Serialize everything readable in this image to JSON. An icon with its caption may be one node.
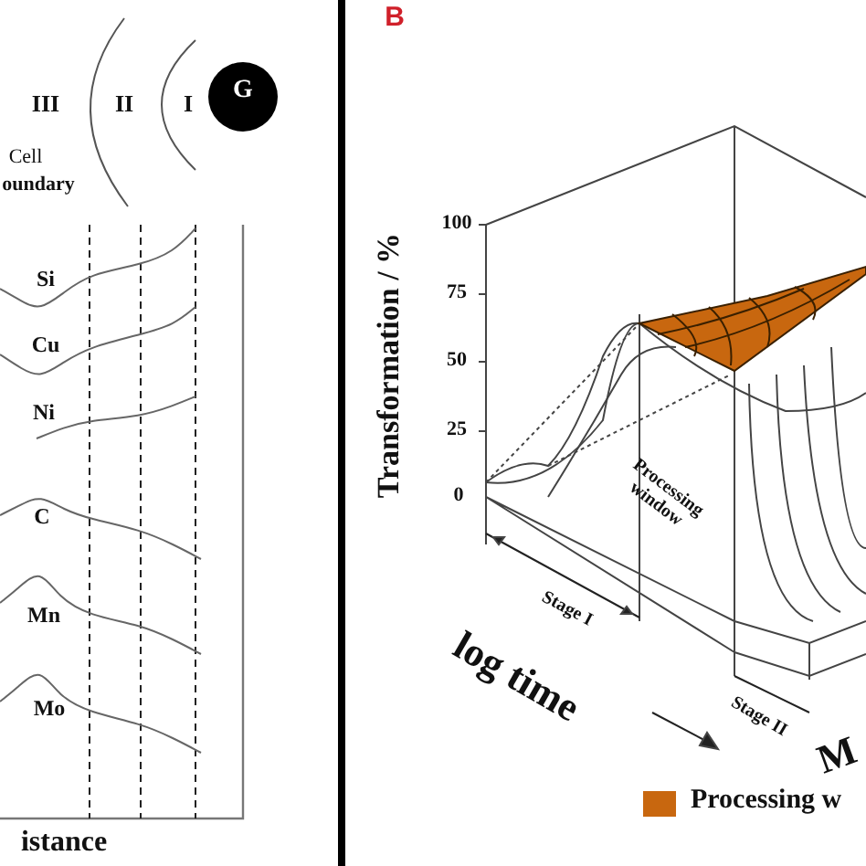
{
  "diagram": {
    "nodes": [
      {
        "text": [
          "G"
        ]
      }
    ],
    "labels": [
      "III",
      "II",
      "I",
      "Cell",
      "oundary",
      "B",
      "100",
      "75",
      "50",
      "25",
      "0",
      "Transformation / %",
      "Si",
      "Cu",
      "Ni",
      "C",
      "Mn",
      "Mo",
      "Processing window",
      "Stage I",
      "log time",
      "Stage II",
      "M",
      "istance"
    ],
    "legend": [
      {
        "text": "Processing w",
        "color": "#c8670f"
      }
    ]
  }
}
